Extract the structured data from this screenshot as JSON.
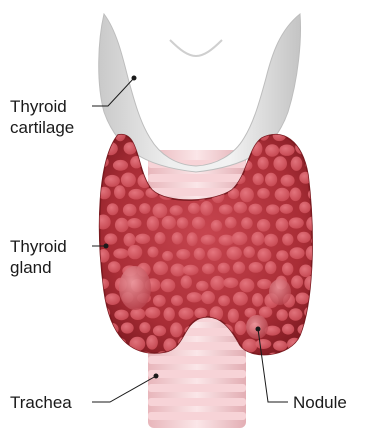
{
  "labels": {
    "thyroid_cartilage": [
      "Thyroid",
      "cartilage"
    ],
    "thyroid_gland": [
      "Thyroid",
      "gland"
    ],
    "trachea": "Trachea",
    "nodule": "Nodule"
  },
  "colors": {
    "gland_dark": "#8f1f26",
    "gland_mid": "#c5434d",
    "gland_light": "#e06b74",
    "cartilage": "#e6e6e6",
    "trachea_ring": "#f4c9cd",
    "trachea_band": "#f7dde0",
    "leader_line": "#1a1a1a"
  }
}
